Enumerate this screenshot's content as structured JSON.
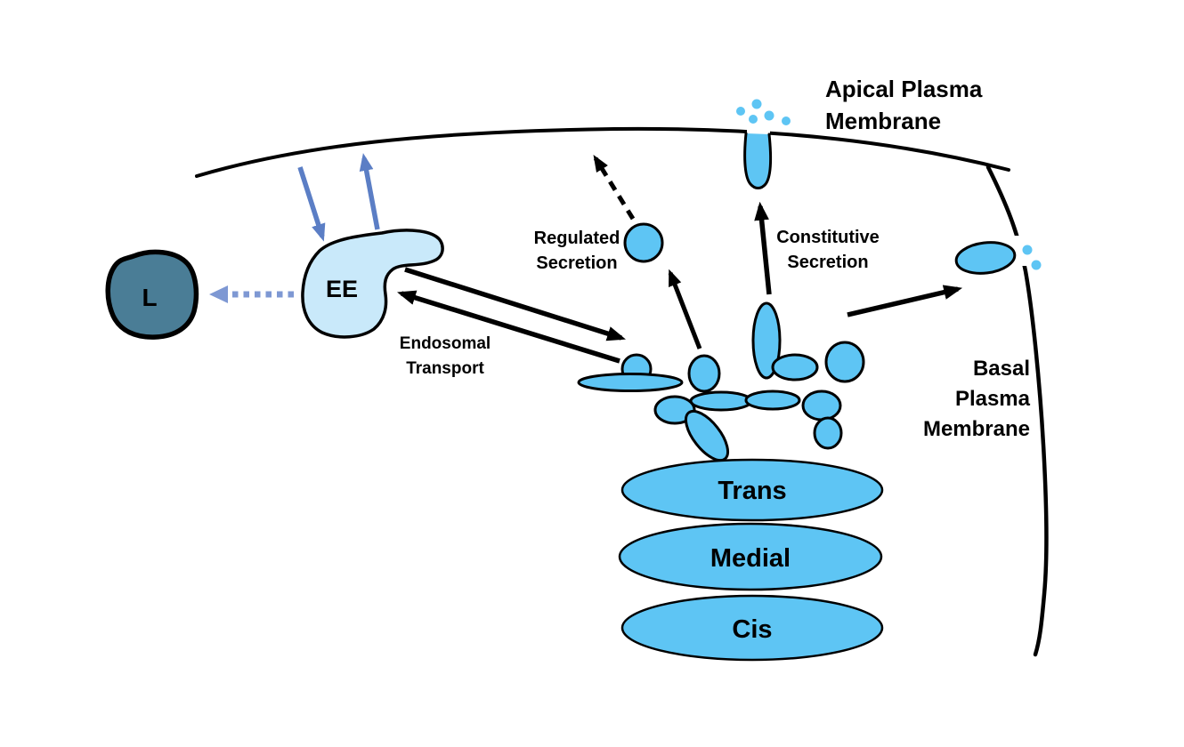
{
  "diagram": {
    "type": "cell-secretory-pathway",
    "labels": {
      "apical": {
        "line1": "Apical Plasma",
        "line2": "Membrane"
      },
      "basal": {
        "line1": "Basal",
        "line2": "Plasma",
        "line3": "Membrane"
      },
      "regulated": {
        "line1": "Regulated",
        "line2": "Secretion"
      },
      "constitutive": {
        "line1": "Constitutive",
        "line2": "Secretion"
      },
      "endosomal": {
        "line1": "Endosomal",
        "line2": "Transport"
      },
      "early_endosome": "EE",
      "lysosome": "L",
      "golgi_trans": "Trans",
      "golgi_medial": "Medial",
      "golgi_cis": "Cis"
    },
    "colors": {
      "vesicle_blue": "#5EC5F4",
      "endosome_blue": "#C9E9FA",
      "lysosome_teal": "#4A7D96",
      "membrane_black": "#000000",
      "recycling_arrow_blue": "#5B7EC5",
      "degradation_arrow_blue": "#7E98D3"
    }
  }
}
